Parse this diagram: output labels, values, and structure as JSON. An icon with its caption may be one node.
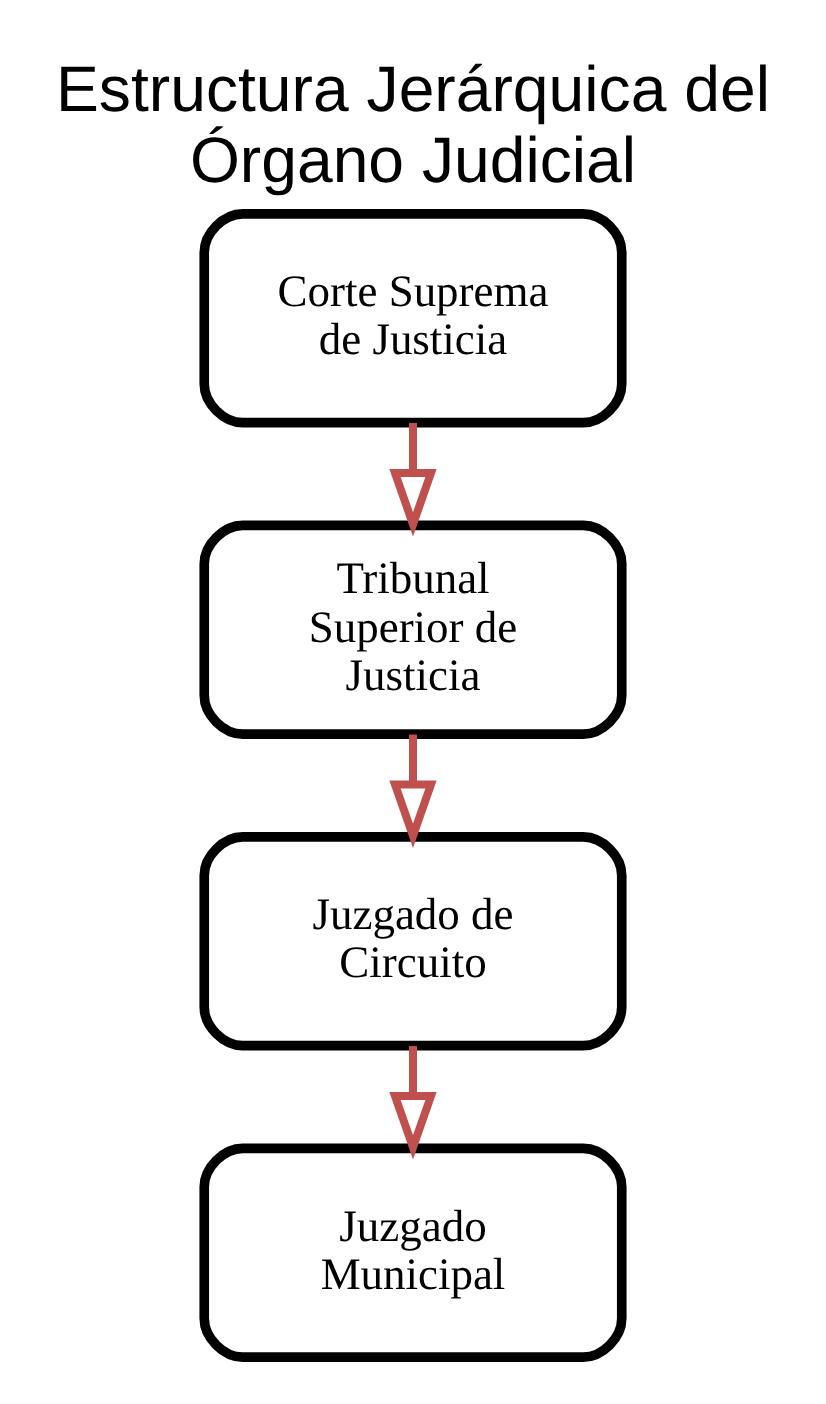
{
  "diagram": {
    "title": "Estructura Jerárquica del Órgano Judicial",
    "nodes": [
      {
        "text": [
          "Corte Suprema de Justicia"
        ]
      },
      {
        "text": [
          "Tribunal Superior de Justicia"
        ]
      },
      {
        "text": [
          "Juzgado de Circuito"
        ]
      },
      {
        "text": [
          "Juzgado Municipal"
        ]
      }
    ],
    "edges": [
      {
        "from": 0,
        "to": 1,
        "arrow": "to"
      },
      {
        "from": 1,
        "to": 2,
        "arrow": "to"
      },
      {
        "from": 2,
        "to": 3,
        "arrow": "to"
      }
    ]
  }
}
